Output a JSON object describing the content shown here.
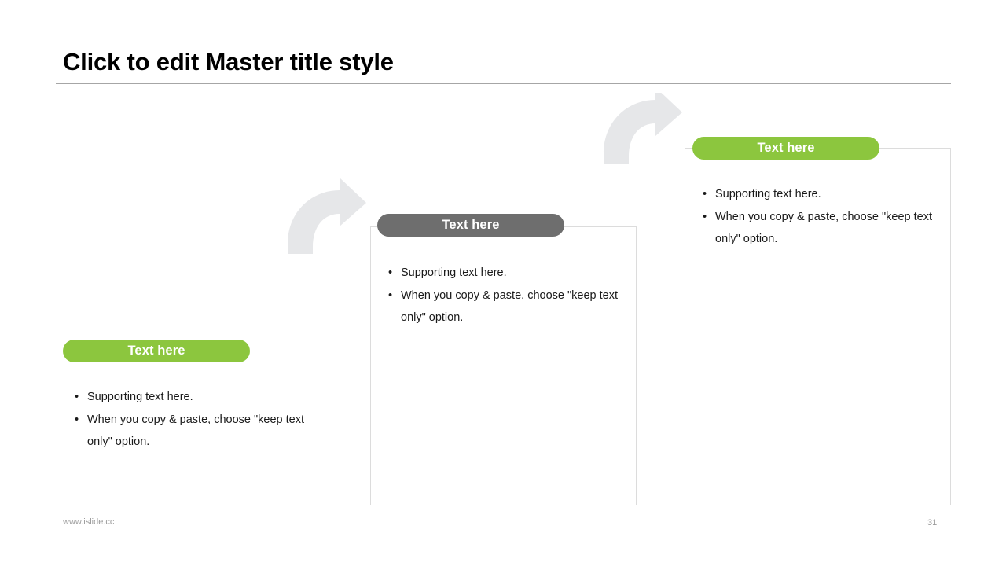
{
  "slide": {
    "title": "Click to edit Master title style",
    "page_number": "31",
    "footer_url": "www.islide.cc",
    "colors": {
      "accent_green": "#8cc63e",
      "accent_gray": "#6e6e6e",
      "arrow_gray": "#e6e7e9",
      "card_border": "#dcdcdc",
      "rule": "#a6a6a6"
    }
  },
  "cards": [
    {
      "label": "Text here",
      "label_style": "green",
      "bullets": [
        "Supporting text here.",
        "When you copy & paste, choose \"keep text only\" option."
      ]
    },
    {
      "label": "Text here",
      "label_style": "gray",
      "bullets": [
        "Supporting text here.",
        "When you copy & paste, choose \"keep text only\" option."
      ]
    },
    {
      "label": "Text here",
      "label_style": "green",
      "bullets": [
        "Supporting text here.",
        "When you copy & paste, choose \"keep text only\" option."
      ]
    }
  ],
  "arrows": [
    {
      "name": "curved-arrow-1"
    },
    {
      "name": "curved-arrow-2"
    }
  ],
  "bullet_glyph": "•"
}
